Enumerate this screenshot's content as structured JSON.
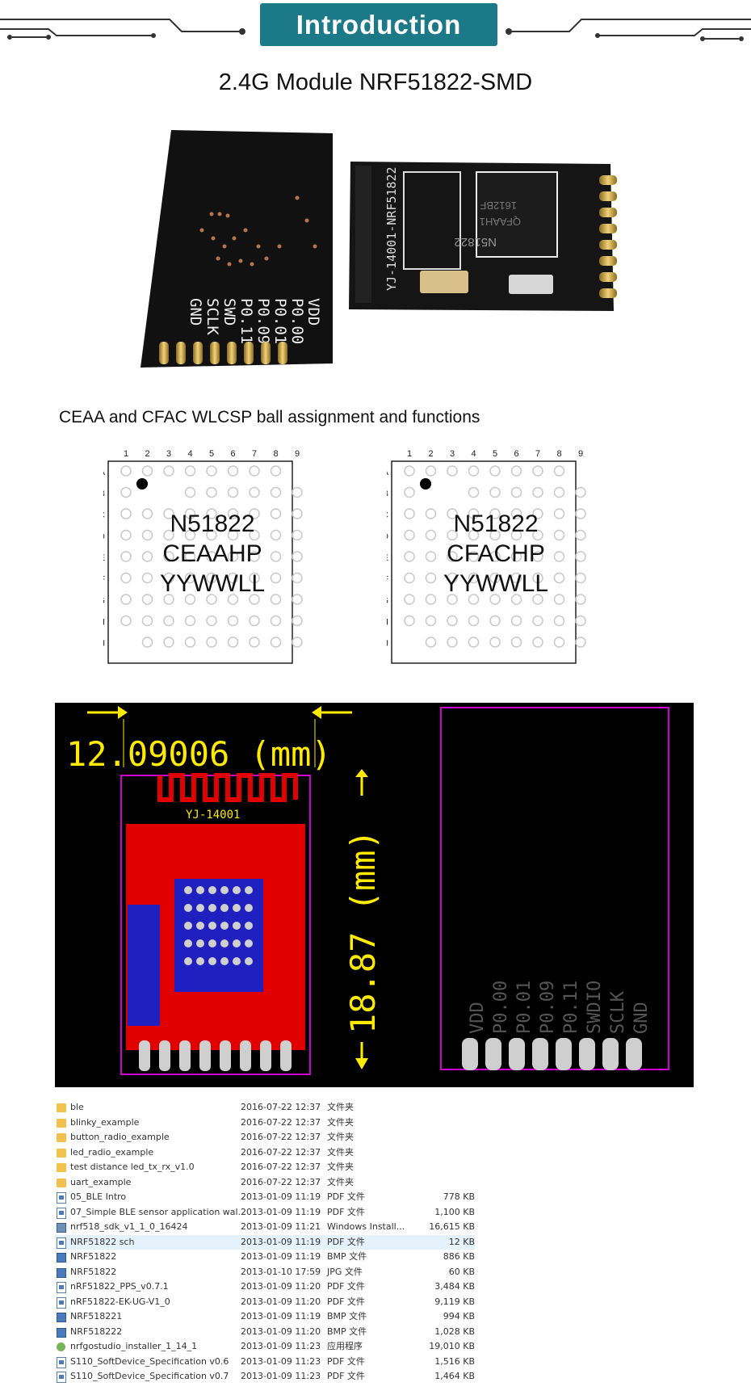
{
  "banner": {
    "title": "Introduction"
  },
  "module_title": "2.4G Module NRF51822-SMD",
  "module_photo": {
    "back_pin_labels": [
      "VDD",
      "P0.00",
      "P0.01",
      "P0.09",
      "P0.11",
      "SWD",
      "SCLK",
      "GND"
    ],
    "front_silkscreen": "YJ-14001-NRF51822",
    "chip_marking": [
      "N51822",
      "QFAAH1",
      "1612BF"
    ]
  },
  "ball_heading": "CEAA and CFAC WLCSP ball assignment and functions",
  "packages": [
    {
      "lines": [
        "N51822",
        "CEAAHP",
        "YYWWLL"
      ]
    },
    {
      "lines": [
        "N51822",
        "CFACHP",
        "YYWWLL"
      ]
    }
  ],
  "grid": {
    "cols": [
      "1",
      "2",
      "3",
      "4",
      "5",
      "6",
      "7",
      "8",
      "9"
    ],
    "rows": [
      "A",
      "B",
      "C",
      "D",
      "E",
      "F",
      "G",
      "H",
      "J"
    ]
  },
  "pcb": {
    "width_label": "12.09006 (mm)",
    "height_label": "18.87 (mm)",
    "board_label": "YJ-14001",
    "pin_labels": [
      "VDD",
      "P0.00",
      "P0.01",
      "P0.09",
      "P0.11",
      "SWDIO",
      "SCLK",
      "GND"
    ]
  },
  "files": [
    {
      "name": "ble",
      "date": "2016-07-22 12:37",
      "type": "文件夹",
      "size": "",
      "icon": "folder"
    },
    {
      "name": "blinky_example",
      "date": "2016-07-22 12:37",
      "type": "文件夹",
      "size": "",
      "icon": "folder"
    },
    {
      "name": "button_radio_example",
      "date": "2016-07-22 12:37",
      "type": "文件夹",
      "size": "",
      "icon": "folder"
    },
    {
      "name": "led_radio_example",
      "date": "2016-07-22 12:37",
      "type": "文件夹",
      "size": "",
      "icon": "folder"
    },
    {
      "name": "test distance led_tx_rx_v1.0",
      "date": "2016-07-22 12:37",
      "type": "文件夹",
      "size": "",
      "icon": "folder"
    },
    {
      "name": "uart_example",
      "date": "2016-07-22 12:37",
      "type": "文件夹",
      "size": "",
      "icon": "folder"
    },
    {
      "name": "05_BLE Intro",
      "date": "2013-01-09 11:19",
      "type": "PDF 文件",
      "size": "778 KB",
      "icon": "pdf"
    },
    {
      "name": "07_Simple BLE sensor application wal...",
      "date": "2013-01-09 11:19",
      "type": "PDF 文件",
      "size": "1,100 KB",
      "icon": "pdf"
    },
    {
      "name": "nrf518_sdk_v1_1_0_16424",
      "date": "2013-01-09 11:21",
      "type": "Windows Install...",
      "size": "16,615 KB",
      "icon": "win"
    },
    {
      "name": "NRF51822 sch",
      "date": "2013-01-09 11:19",
      "type": "PDF 文件",
      "size": "12 KB",
      "icon": "pdf",
      "selected": true
    },
    {
      "name": "NRF51822",
      "date": "2013-01-09 11:19",
      "type": "BMP 文件",
      "size": "886 KB",
      "icon": "img"
    },
    {
      "name": "NRF51822",
      "date": "2013-01-10 17:59",
      "type": "JPG 文件",
      "size": "60 KB",
      "icon": "img"
    },
    {
      "name": "nRF51822_PPS_v0.7.1",
      "date": "2013-01-09 11:20",
      "type": "PDF 文件",
      "size": "3,484 KB",
      "icon": "pdf"
    },
    {
      "name": "nRF51822-EK-UG-V1_0",
      "date": "2013-01-09 11:20",
      "type": "PDF 文件",
      "size": "9,119 KB",
      "icon": "pdf"
    },
    {
      "name": "NRF518221",
      "date": "2013-01-09 11:19",
      "type": "BMP 文件",
      "size": "994 KB",
      "icon": "img"
    },
    {
      "name": "NRF518222",
      "date": "2013-01-09 11:20",
      "type": "BMP 文件",
      "size": "1,028 KB",
      "icon": "img"
    },
    {
      "name": "nrfgostudio_installer_1_14_1",
      "date": "2013-01-09 11:23",
      "type": "应用程序",
      "size": "19,010 KB",
      "icon": "exe"
    },
    {
      "name": "S110_SoftDevice_Specification v0.6",
      "date": "2013-01-09 11:23",
      "type": "PDF 文件",
      "size": "1,516 KB",
      "icon": "pdf"
    },
    {
      "name": "S110_SoftDevice_Specification v0.7",
      "date": "2013-01-09 11:23",
      "type": "PDF 文件",
      "size": "1,464 KB",
      "icon": "pdf"
    }
  ]
}
